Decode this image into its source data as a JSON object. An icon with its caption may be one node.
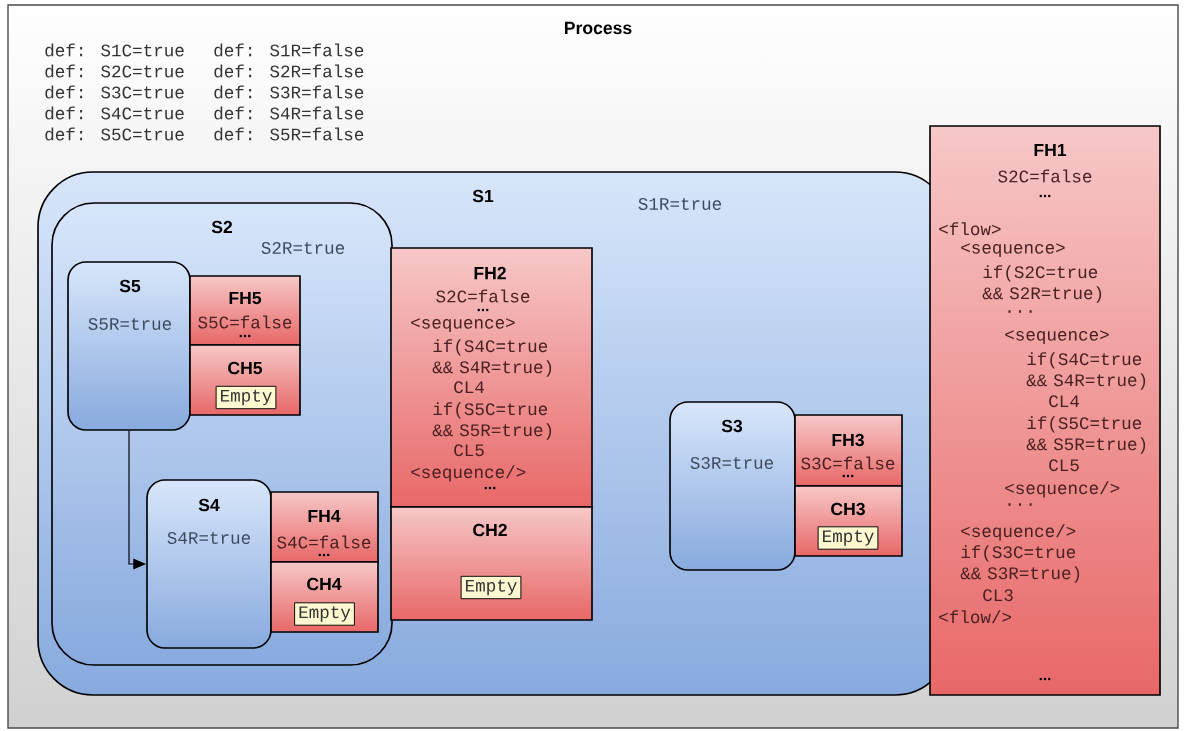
{
  "diagram": {
    "nodes": [
      {
        "text": [
          "Process"
        ]
      },
      {
        "text": [
          "S1",
          "S1R=true"
        ],
        "in": 0
      },
      {
        "text": [
          "S2",
          "S2R=true"
        ],
        "in": 1
      },
      {
        "text": [
          "S5",
          "S5R=true"
        ],
        "in": 2
      },
      {
        "text": [
          "FH5",
          "S5C=false",
          "..."
        ],
        "in": 2
      },
      {
        "text": [
          "CH5"
        ],
        "in": 2
      },
      {
        "text": [
          "Empty"
        ],
        "in": 5
      },
      {
        "text": [
          "S4",
          "S4R=true"
        ],
        "in": 2
      },
      {
        "text": [
          "FH4",
          "S4C=false",
          "..."
        ],
        "in": 2
      },
      {
        "text": [
          "CH4"
        ],
        "in": 2
      },
      {
        "text": [
          "Empty"
        ],
        "in": 9
      },
      {
        "text": [
          "FH2",
          "S2C=false",
          "...",
          "<sequence>",
          "if(S4C=true && S4R=true)",
          "CL4",
          "if(S5C=true && S5R=true)",
          "CL5",
          "<sequence/>",
          "..."
        ],
        "in": 1
      },
      {
        "text": [
          "CH2"
        ],
        "in": 1
      },
      {
        "text": [
          "Empty"
        ],
        "in": 12
      },
      {
        "text": [
          "S3",
          "S3R=true"
        ],
        "in": 1
      },
      {
        "text": [
          "FH3",
          "S3C=false",
          "..."
        ],
        "in": 1
      },
      {
        "text": [
          "CH3"
        ],
        "in": 1
      },
      {
        "text": [
          "Empty"
        ],
        "in": 16
      },
      {
        "text": [
          "FH1",
          "S2C=false",
          "...",
          "<flow>",
          "<sequence>",
          "if(S2C=true && S2R=true)",
          "...",
          "<sequence>",
          "if(S4C=true && S4R=true)",
          "CL4",
          "if(S5C=true && S5R=true)",
          "CL5",
          "<sequence/>",
          "...",
          "<sequence/>",
          "if(S3C=true && S3R=true)",
          "CL3",
          "<flow/>",
          "..."
        ],
        "in": 0
      }
    ],
    "edges": [
      {
        "from": 3,
        "to": 7,
        "arrow": "to"
      }
    ],
    "labels": [
      "def: S1C=true",
      "def: S1R=false",
      "def: S2C=true",
      "def: S2R=false",
      "def: S3C=true",
      "def: S3R=false",
      "def: S4C=true",
      "def: S4R=false",
      "def: S5C=true",
      "def: S5R=false"
    ]
  }
}
